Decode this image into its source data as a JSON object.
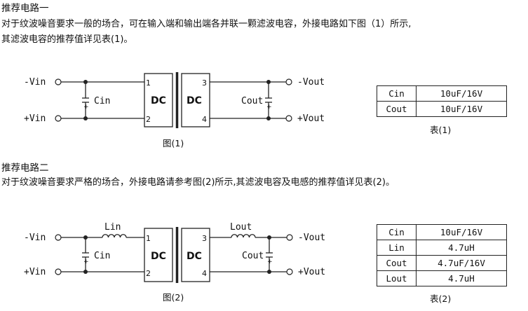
{
  "section1": {
    "heading": "推荐电路一",
    "line1": "对于纹波噪音要求一般的场合，可在输入端和输出端各并联一颗滤波电容，外接电路如下图（1）所示,",
    "line2": "其滤波电容的推荐值详见表(1)。"
  },
  "section2": {
    "heading": "推荐电路二",
    "line1": "对于纹波噪音要求严格的场合，外接电路请参考图(2)所示,其滤波电容及电感的推荐值详见表(2)。"
  },
  "circuit1": {
    "vin_neg": "-Vin",
    "vin_pos": "+Vin",
    "cin": "Cin",
    "cout": "Cout",
    "vout_neg": "-Vout",
    "vout_pos": "+Vout",
    "dc_left": "DC",
    "dc_right": "DC",
    "pin1": "1",
    "pin2": "2",
    "pin3": "3",
    "pin4": "4",
    "cap_plus": "+",
    "caption": "图(1)"
  },
  "circuit2": {
    "vin_neg": "-Vin",
    "vin_pos": "+Vin",
    "cin": "Cin",
    "cout": "Cout",
    "lin": "Lin",
    "lout": "Lout",
    "vout_neg": "-Vout",
    "vout_pos": "+Vout",
    "dc_left": "DC",
    "dc_right": "DC",
    "pin1": "1",
    "pin2": "2",
    "pin3": "3",
    "pin4": "4",
    "cap_plus": "+",
    "caption": "图(2)"
  },
  "table1": {
    "caption": "表(1)",
    "rows": [
      {
        "name": "Cin",
        "value": "10uF/16V"
      },
      {
        "name": "Cout",
        "value": "10uF/16V"
      }
    ]
  },
  "table2": {
    "caption": "表(2)",
    "rows": [
      {
        "name": "Cin",
        "value": "10uF/16V"
      },
      {
        "name": "Lin",
        "value": "4.7uH"
      },
      {
        "name": "Cout",
        "value": "4.7uF/16V"
      },
      {
        "name": "Lout",
        "value": "4.7uH"
      }
    ]
  }
}
